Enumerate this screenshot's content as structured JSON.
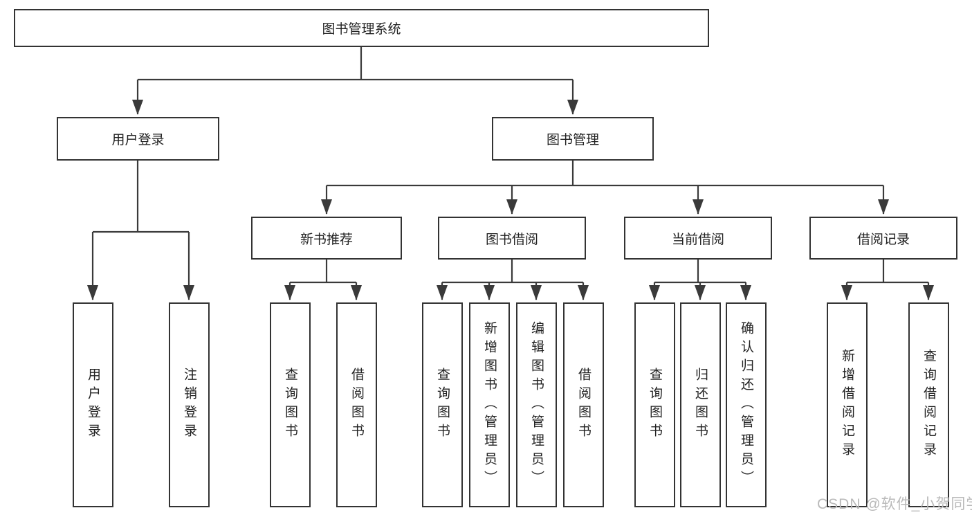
{
  "tree": {
    "root": {
      "label": "图书管理系统",
      "children": [
        {
          "label": "用户登录",
          "children": [
            {
              "label": "用户登录"
            },
            {
              "label": "注销登录"
            }
          ]
        },
        {
          "label": "图书管理",
          "children": [
            {
              "label": "新书推荐",
              "children": [
                {
                  "label": "查询图书"
                },
                {
                  "label": "借阅图书"
                }
              ]
            },
            {
              "label": "图书借阅",
              "children": [
                {
                  "label": "查询图书"
                },
                {
                  "label": "新增图书（管理员）"
                },
                {
                  "label": "编辑图书（管理员）"
                },
                {
                  "label": "借阅图书"
                }
              ]
            },
            {
              "label": "当前借阅",
              "children": [
                {
                  "label": "查询图书"
                },
                {
                  "label": "归还图书"
                },
                {
                  "label": "确认归还（管理员）"
                }
              ]
            },
            {
              "label": "借阅记录",
              "children": [
                {
                  "label": "新增借阅记录"
                },
                {
                  "label": "查询借阅记录"
                }
              ]
            }
          ]
        }
      ]
    }
  },
  "watermark": {
    "text": "CSDN @软件_小贺同学"
  },
  "colors": {
    "line": "#3a3a3a",
    "box_border": "#333333",
    "box_fill": "#ffffff",
    "text": "#222222",
    "watermark": "#b9b9b9",
    "background": "#ffffff"
  }
}
